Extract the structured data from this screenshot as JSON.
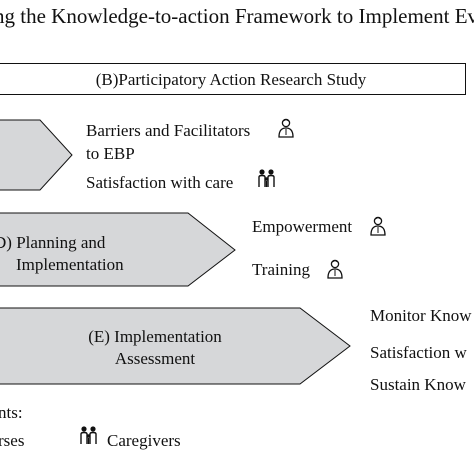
{
  "title": "ng the Knowledge-to-action Framework to Implement Evidenc",
  "box_b": {
    "label": "(B)Participatory Action Research Study"
  },
  "stage_c": {
    "items": [
      {
        "text_lines": [
          "Barriers and Facilitators",
          "to EBP"
        ],
        "icon": "nurse-icon"
      },
      {
        "text_lines": [
          "Satisfaction with care"
        ],
        "icon": "caregivers-icon"
      }
    ]
  },
  "stage_d": {
    "label_lines": [
      "D) Planning and",
      "Implementation"
    ],
    "items": [
      {
        "text": "Empowerment",
        "icon": "nurse-icon"
      },
      {
        "text": "Training",
        "icon": "nurse-icon"
      }
    ]
  },
  "stage_e": {
    "label_lines": [
      "(E) Implementation",
      "Assessment"
    ],
    "items": [
      {
        "text": "Monitor Know"
      },
      {
        "text": "Satisfaction w"
      },
      {
        "text": "Sustain Know"
      }
    ]
  },
  "legend": {
    "title": "nts:",
    "items": [
      {
        "label": "rses",
        "icon": "nurse-icon"
      },
      {
        "label": "Caregivers",
        "icon": "caregivers-icon"
      }
    ]
  },
  "colors": {
    "arrow_fill": "#d6d7d9",
    "stroke": "#111111"
  }
}
